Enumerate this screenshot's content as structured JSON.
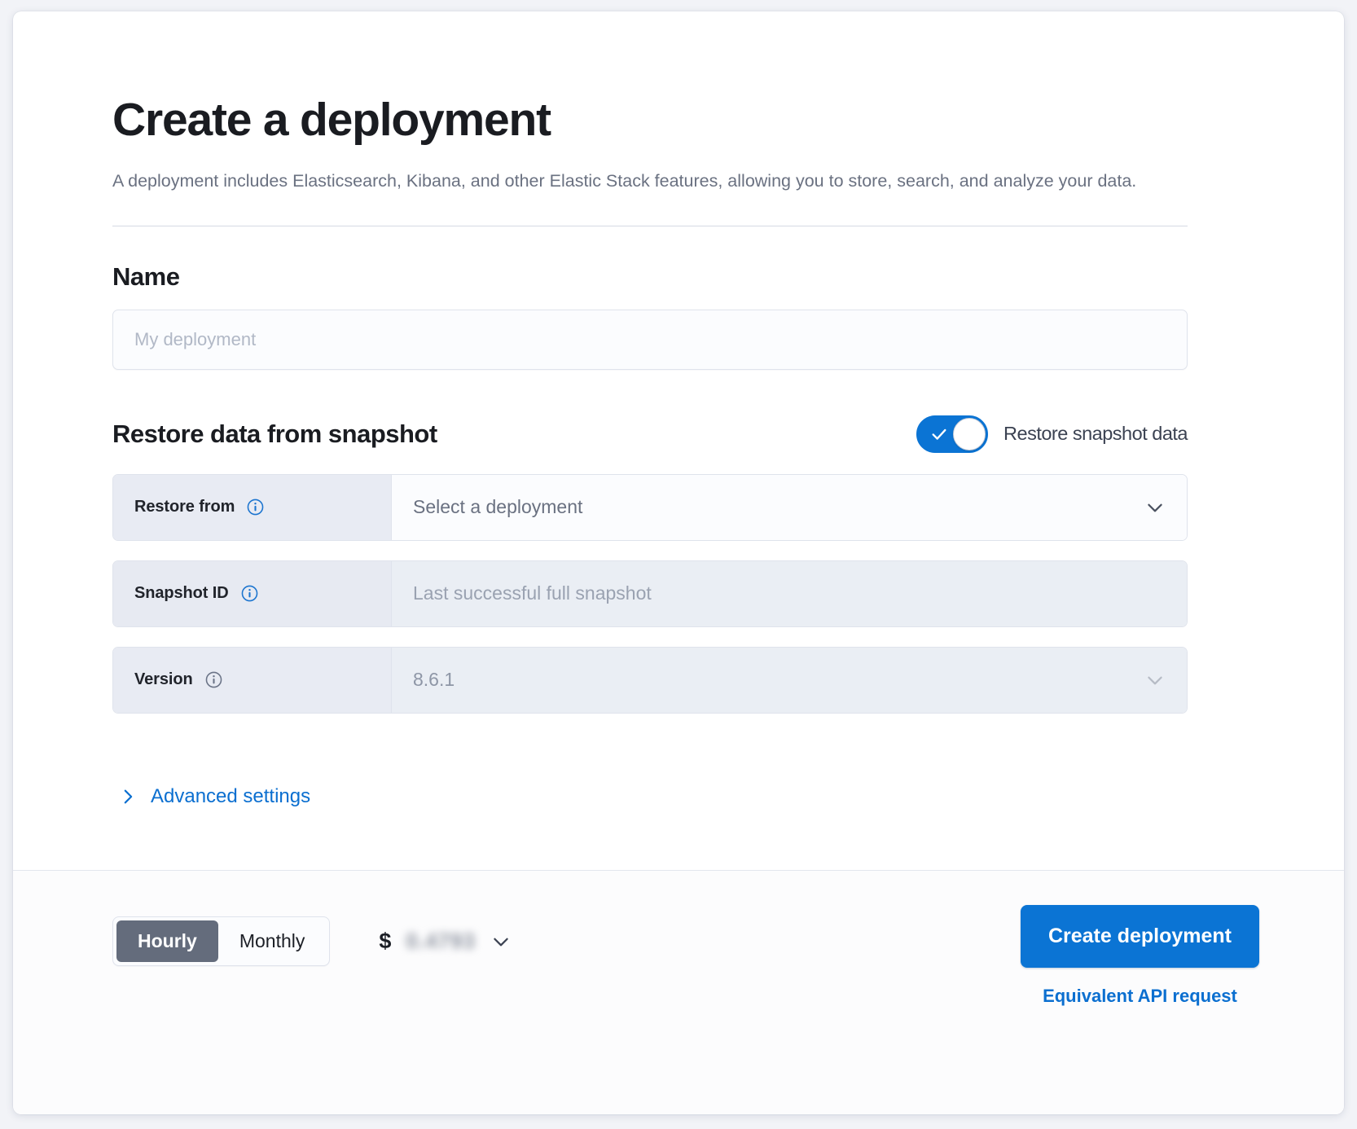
{
  "header": {
    "title": "Create a deployment",
    "subtitle": "A deployment includes Elasticsearch, Kibana, and other Elastic Stack features, allowing you to store, search, and analyze your data."
  },
  "name_section": {
    "heading": "Name",
    "placeholder": "My deployment",
    "value": ""
  },
  "restore_section": {
    "heading": "Restore data from snapshot",
    "toggle": {
      "label": "Restore snapshot data",
      "checked": true,
      "on_color": "#0b74d4"
    },
    "rows": [
      {
        "label": "Restore from",
        "info_icon": "info-circle-icon",
        "value": "Select a deployment",
        "is_placeholder": true,
        "control": "select",
        "chevron_icon": "chevron-down-icon",
        "disabled": false
      },
      {
        "label": "Snapshot ID",
        "info_icon": "info-circle-icon",
        "value": "Last successful full snapshot",
        "is_placeholder": true,
        "control": "text",
        "chevron_icon": "",
        "disabled": true
      },
      {
        "label": "Version",
        "info_icon": "info-circle-icon",
        "value": "8.6.1",
        "is_placeholder": false,
        "control": "select",
        "chevron_icon": "chevron-down-icon",
        "disabled": true
      }
    ]
  },
  "advanced": {
    "label": "Advanced settings",
    "icon": "chevron-right-icon",
    "expanded": false
  },
  "footer": {
    "billing_toggle": {
      "options": [
        "Hourly",
        "Monthly"
      ],
      "selected": "Hourly"
    },
    "price": {
      "currency_symbol": "$",
      "amount": "0.4793",
      "obscured": true,
      "chevron_icon": "chevron-down-icon"
    },
    "create_button": "Create deployment",
    "api_link": "Equivalent API request"
  },
  "colors": {
    "accent_blue": "#0b74d4",
    "link_blue": "#0b6fd0",
    "segment_active": "#646c7c",
    "label_cell": "#e8ebf3",
    "disabled_field": "#eaeef4",
    "text_dark": "#1a1c21",
    "text_muted": "#6a7181"
  }
}
